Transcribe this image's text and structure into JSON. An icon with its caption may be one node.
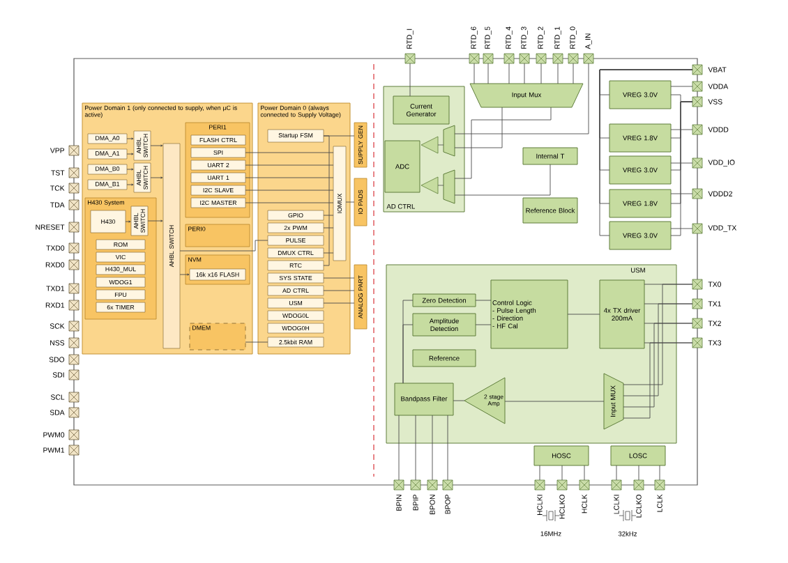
{
  "diagram": {
    "nodes": [
      {
        "text": [
          "Power Domain 1 (only connected to supply, when µC is active)"
        ]
      },
      {
        "text": [
          "PERI1"
        ],
        "in": 0
      },
      {
        "text": [
          "DMA_A0"
        ],
        "in": 0
      },
      {
        "text": [
          "DMA_A1"
        ],
        "in": 0
      },
      {
        "text": [
          "DMA_B0"
        ],
        "in": 0
      },
      {
        "text": [
          "DMA_B1"
        ],
        "in": 0
      },
      {
        "text": [
          "AHBL SWITCH"
        ],
        "in": 0
      },
      {
        "text": [
          "AHBL SWITCH"
        ],
        "in": 0
      },
      {
        "text": [
          "FLASH CTRL"
        ],
        "in": 1
      },
      {
        "text": [
          "SPI"
        ],
        "in": 1
      },
      {
        "text": [
          "UART 2"
        ],
        "in": 1
      },
      {
        "text": [
          "UART 1"
        ],
        "in": 1
      },
      {
        "text": [
          "I2C SLAVE"
        ],
        "in": 1
      },
      {
        "text": [
          "I2C MASTER"
        ],
        "in": 1
      },
      {
        "text": [
          "H430 System"
        ],
        "in": 0
      },
      {
        "text": [
          "H430"
        ],
        "in": 14
      },
      {
        "text": [
          "AHBL SWITCH"
        ],
        "in": 14
      },
      {
        "text": [
          "ROM"
        ],
        "in": 14
      },
      {
        "text": [
          "VIC"
        ],
        "in": 14
      },
      {
        "text": [
          "H430_MUL"
        ],
        "in": 14
      },
      {
        "text": [
          "WDOG1"
        ],
        "in": 14
      },
      {
        "text": [
          "FPU"
        ],
        "in": 14
      },
      {
        "text": [
          "6x TIMER"
        ],
        "in": 14
      },
      {
        "text": [
          "AHBL SWITCH"
        ],
        "in": 0
      },
      {
        "text": [
          "PERI0"
        ],
        "in": 0
      },
      {
        "text": [
          "NVM"
        ],
        "in": 0
      },
      {
        "text": [
          "16k x16 FLASH"
        ],
        "in": 25
      },
      {
        "text": [
          "DMEM"
        ],
        "in": 0
      },
      {
        "text": [
          "Power Domain 0 (always connected to Supply Voltage)"
        ]
      },
      {
        "text": [
          "Startup FSM"
        ],
        "in": 28
      },
      {
        "text": [
          "IOMUX"
        ],
        "in": 28
      },
      {
        "text": [
          "GPIO"
        ],
        "in": 28
      },
      {
        "text": [
          "2x PWM"
        ],
        "in": 28
      },
      {
        "text": [
          "PULSE"
        ],
        "in": 28
      },
      {
        "text": [
          "DMUX CTRL"
        ],
        "in": 28
      },
      {
        "text": [
          "RTC"
        ],
        "in": 28
      },
      {
        "text": [
          "SYS STATE"
        ],
        "in": 28
      },
      {
        "text": [
          "AD CTRL"
        ],
        "in": 28
      },
      {
        "text": [
          "USM"
        ],
        "in": 28
      },
      {
        "text": [
          "WDOG0L"
        ],
        "in": 28
      },
      {
        "text": [
          "WDOG0H"
        ],
        "in": 28
      },
      {
        "text": [
          "2.5kbit RAM"
        ],
        "in": 28
      },
      {
        "text": [
          "SUPPLY GEN"
        ]
      },
      {
        "text": [
          "IO PADS"
        ]
      },
      {
        "text": [
          "ANALOG PART"
        ]
      },
      {
        "text": [
          "VPP"
        ]
      },
      {
        "text": [
          "TST"
        ]
      },
      {
        "text": [
          "TCK"
        ]
      },
      {
        "text": [
          "TDA"
        ]
      },
      {
        "text": [
          "NRESET"
        ]
      },
      {
        "text": [
          "TXD0"
        ]
      },
      {
        "text": [
          "RXD0"
        ]
      },
      {
        "text": [
          "TXD1"
        ]
      },
      {
        "text": [
          "RXD1"
        ]
      },
      {
        "text": [
          "SCK"
        ]
      },
      {
        "text": [
          "NSS"
        ]
      },
      {
        "text": [
          "SDO"
        ]
      },
      {
        "text": [
          "SDI"
        ]
      },
      {
        "text": [
          "SCL"
        ]
      },
      {
        "text": [
          "SDA"
        ]
      },
      {
        "text": [
          "PWM0"
        ]
      },
      {
        "text": [
          "PWM1"
        ]
      },
      {
        "text": [
          "RTD_I"
        ]
      },
      {
        "text": [
          "RTD_6"
        ]
      },
      {
        "text": [
          "RTD_5"
        ]
      },
      {
        "text": [
          "RTD_4"
        ]
      },
      {
        "text": [
          "RTD_3"
        ]
      },
      {
        "text": [
          "RTD_2"
        ]
      },
      {
        "text": [
          "RTD_1"
        ]
      },
      {
        "text": [
          "RTD_0"
        ]
      },
      {
        "text": [
          "A_IN"
        ]
      },
      {
        "text": [
          "AD CTRL"
        ]
      },
      {
        "text": [
          "Current Generator"
        ],
        "in": 71
      },
      {
        "text": [
          "ADC"
        ],
        "in": 71
      },
      {
        "text": [
          "Input Mux"
        ]
      },
      {
        "text": [
          "Internal T"
        ]
      },
      {
        "text": [
          "Reference Block"
        ]
      },
      {
        "text": [
          "VREG 3.0V"
        ]
      },
      {
        "text": [
          "VREG 1.8V"
        ]
      },
      {
        "text": [
          "VREG 3.0V"
        ]
      },
      {
        "text": [
          "VREG 1.8V"
        ]
      },
      {
        "text": [
          "VREG 3.0V"
        ]
      },
      {
        "text": [
          "VBAT"
        ]
      },
      {
        "text": [
          "VDDA"
        ]
      },
      {
        "text": [
          "VSS"
        ]
      },
      {
        "text": [
          "VDDD"
        ]
      },
      {
        "text": [
          "VDD_IO"
        ]
      },
      {
        "text": [
          "VDDD2"
        ]
      },
      {
        "text": [
          "VDD_TX"
        ]
      },
      {
        "text": [
          "USM"
        ]
      },
      {
        "text": [
          "Zero Detection"
        ],
        "in": 89
      },
      {
        "text": [
          "Amplitude Detection"
        ],
        "in": 89
      },
      {
        "text": [
          "Reference"
        ],
        "in": 89
      },
      {
        "text": [
          "Control Logic",
          "- Pulse Length",
          "- Direction",
          "- HF Cal"
        ],
        "in": 89
      },
      {
        "text": [
          "4x TX driver 200mA"
        ],
        "in": 89
      },
      {
        "text": [
          "Input MUX"
        ],
        "in": 89
      },
      {
        "text": [
          "2 stage Amp"
        ],
        "in": 89
      },
      {
        "text": [
          "Bandpass Filter"
        ],
        "in": 89
      },
      {
        "text": [
          "TX0"
        ]
      },
      {
        "text": [
          "TX1"
        ]
      },
      {
        "text": [
          "TX2"
        ]
      },
      {
        "text": [
          "TX3"
        ]
      },
      {
        "text": [
          "HOSC"
        ]
      },
      {
        "text": [
          "LOSC"
        ]
      },
      {
        "text": [
          "BPIN"
        ]
      },
      {
        "text": [
          "BPIP"
        ]
      },
      {
        "text": [
          "BPON"
        ]
      },
      {
        "text": [
          "BPOP"
        ]
      },
      {
        "text": [
          "HCLKI"
        ]
      },
      {
        "text": [
          "HCLKO"
        ]
      },
      {
        "text": [
          "HCLK"
        ]
      },
      {
        "text": [
          "LCLKI"
        ]
      },
      {
        "text": [
          "LCLKO"
        ]
      },
      {
        "text": [
          "LCLK"
        ]
      },
      {
        "text": [],
        "shape": "trapezoid",
        "in": 71
      },
      {
        "text": [],
        "shape": "trapezoid",
        "in": 71
      }
    ],
    "edges": [
      {
        "from": 2,
        "to": 6,
        "arrow": "to"
      },
      {
        "from": 3,
        "to": 6,
        "arrow": "to"
      },
      {
        "from": 4,
        "to": 7,
        "arrow": "to"
      },
      {
        "from": 5,
        "to": 7,
        "arrow": "to"
      },
      {
        "from": 6,
        "to": 23,
        "arrow": "to"
      },
      {
        "from": 7,
        "to": 23,
        "arrow": "to"
      },
      {
        "from": 15,
        "to": 16,
        "arrow": "to"
      },
      {
        "from": 16,
        "to": 23,
        "arrow": "to"
      },
      {
        "from": 9,
        "to": 30,
        "arrow": "none"
      },
      {
        "from": 10,
        "to": 30,
        "arrow": "none"
      },
      {
        "from": 11,
        "to": 30,
        "arrow": "none"
      },
      {
        "from": 12,
        "to": 30,
        "arrow": "none"
      },
      {
        "from": 13,
        "to": 30,
        "arrow": "none"
      },
      {
        "from": 29,
        "to": 42,
        "arrow": "none"
      },
      {
        "from": 30,
        "to": 43,
        "arrow": "none"
      },
      {
        "from": 31,
        "to": 30,
        "arrow": "none"
      },
      {
        "from": 32,
        "to": 30,
        "arrow": "none"
      },
      {
        "from": 34,
        "to": 30,
        "arrow": "none"
      },
      {
        "from": 23,
        "to": 33,
        "arrow": "none"
      },
      {
        "from": 23,
        "to": 26,
        "arrow": "to"
      },
      {
        "from": 27,
        "to": 41,
        "arrow": "none"
      },
      {
        "from": 36,
        "to": 44,
        "arrow": "none"
      },
      {
        "from": 37,
        "to": 44,
        "arrow": "none"
      },
      {
        "from": 38,
        "to": 44,
        "arrow": "none"
      },
      {
        "from": 29,
        "to": 35,
        "arrow": "none"
      },
      {
        "from": 62,
        "to": 72,
        "arrow": "none"
      },
      {
        "from": 63,
        "to": 74,
        "arrow": "none"
      },
      {
        "from": 64,
        "to": 74,
        "arrow": "none"
      },
      {
        "from": 65,
        "to": 74,
        "arrow": "none"
      },
      {
        "from": 66,
        "to": 74,
        "arrow": "none"
      },
      {
        "from": 67,
        "to": 74,
        "arrow": "none"
      },
      {
        "from": 68,
        "to": 74,
        "arrow": "none"
      },
      {
        "from": 69,
        "to": 74,
        "arrow": "none"
      },
      {
        "from": 70,
        "to": 114,
        "arrow": "none"
      },
      {
        "from": 74,
        "to": 114,
        "arrow": "none"
      },
      {
        "from": 74,
        "to": 115,
        "arrow": "none"
      },
      {
        "from": 75,
        "to": 115,
        "arrow": "none"
      },
      {
        "from": 82,
        "to": 77,
        "arrow": "none"
      },
      {
        "from": 82,
        "to": 78,
        "arrow": "none"
      },
      {
        "from": 82,
        "to": 79,
        "arrow": "none"
      },
      {
        "from": 82,
        "to": 80,
        "arrow": "none"
      },
      {
        "from": 82,
        "to": 81,
        "arrow": "none"
      },
      {
        "from": 77,
        "to": 83,
        "arrow": "none"
      },
      {
        "from": 78,
        "to": 85,
        "arrow": "none"
      },
      {
        "from": 79,
        "to": 86,
        "arrow": "none"
      },
      {
        "from": 80,
        "to": 87,
        "arrow": "none"
      },
      {
        "from": 81,
        "to": 88,
        "arrow": "none"
      },
      {
        "from": 84,
        "to": 77,
        "arrow": "none"
      },
      {
        "from": 84,
        "to": 78,
        "arrow": "none"
      },
      {
        "from": 84,
        "to": 79,
        "arrow": "none"
      },
      {
        "from": 84,
        "to": 80,
        "arrow": "none"
      },
      {
        "from": 84,
        "to": 81,
        "arrow": "none"
      },
      {
        "from": 90,
        "to": 93,
        "arrow": "none"
      },
      {
        "from": 91,
        "to": 93,
        "arrow": "none"
      },
      {
        "from": 93,
        "to": 94,
        "arrow": "none"
      },
      {
        "from": 94,
        "to": 98,
        "arrow": "none"
      },
      {
        "from": 94,
        "to": 99,
        "arrow": "none"
      },
      {
        "from": 94,
        "to": 100,
        "arrow": "none"
      },
      {
        "from": 94,
        "to": 101,
        "arrow": "none"
      },
      {
        "from": 98,
        "to": 95,
        "arrow": "none"
      },
      {
        "from": 99,
        "to": 95,
        "arrow": "none"
      },
      {
        "from": 100,
        "to": 95,
        "arrow": "none"
      },
      {
        "from": 101,
        "to": 95,
        "arrow": "none"
      },
      {
        "from": 95,
        "to": 96,
        "arrow": "none"
      },
      {
        "from": 96,
        "to": 97,
        "arrow": "none"
      },
      {
        "from": 97,
        "to": 90,
        "arrow": "none"
      },
      {
        "from": 97,
        "to": 91,
        "arrow": "none"
      },
      {
        "from": 104,
        "to": 97,
        "arrow": "none"
      },
      {
        "from": 105,
        "to": 97,
        "arrow": "none"
      },
      {
        "from": 106,
        "to": 97,
        "arrow": "none"
      },
      {
        "from": 107,
        "to": 97,
        "arrow": "none"
      },
      {
        "from": 108,
        "to": 102,
        "arrow": "none"
      },
      {
        "from": 109,
        "to": 102,
        "arrow": "none"
      },
      {
        "from": 110,
        "to": 102,
        "arrow": "none"
      },
      {
        "from": 111,
        "to": 103,
        "arrow": "none"
      },
      {
        "from": 112,
        "to": 103,
        "arrow": "none"
      },
      {
        "from": 113,
        "to": 103,
        "arrow": "none"
      }
    ],
    "labels": [
      "16MHz",
      "32kHz"
    ]
  }
}
